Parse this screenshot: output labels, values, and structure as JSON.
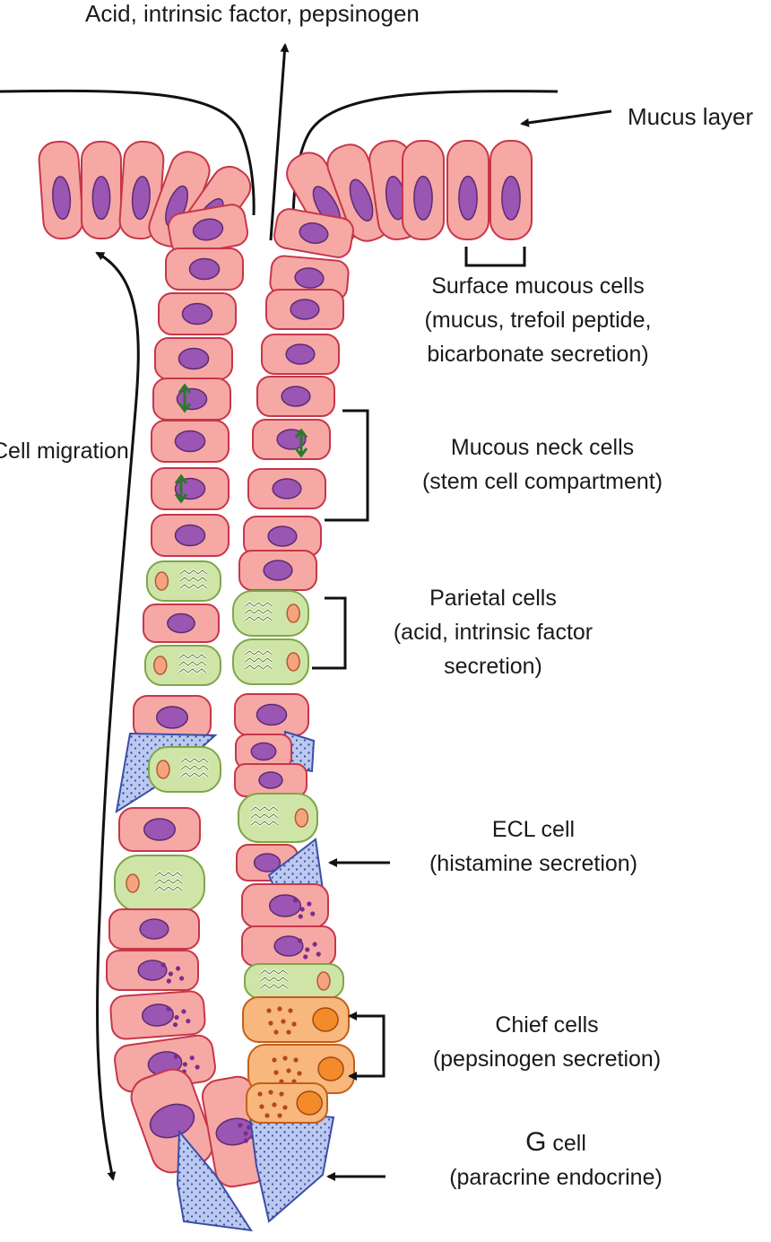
{
  "labels": {
    "top_secretion": "Acid, intrinsic factor, pepsinogen",
    "mucus_layer": "Mucus layer",
    "cell_migration": "Cell migration",
    "surface": [
      "Surface mucous cells",
      "(mucus, trefoil peptide,",
      "bicarbonate secretion)"
    ],
    "neck": [
      "Mucous neck cells",
      "(stem cell compartment)"
    ],
    "parietal": [
      "Parietal cells",
      "(acid, intrinsic factor",
      "secretion)"
    ],
    "ecl": [
      "ECL cell",
      "(histamine secretion)"
    ],
    "chief": [
      "Chief cells",
      "(pepsinogen secretion)"
    ],
    "g_cell": {
      "g": "G",
      "cell": " cell",
      "sub": "(paracrine endocrine)"
    }
  },
  "colors": {
    "epithelium_fill": "#f6a9a4",
    "epithelium_stroke": "#c7364a",
    "nucleus": "#9b55b3",
    "parietal_fill": "#cfe5a7",
    "parietal_stroke": "#7ea64a",
    "ecl_fill": "#bcc9ef",
    "ecl_stroke": "#3a4ea6",
    "chief_fill": "#f8b77c",
    "chief_stroke": "#c35f1c",
    "chief_nucleus": "#f38b2b",
    "stem_arrow": "#2a7a2a"
  }
}
